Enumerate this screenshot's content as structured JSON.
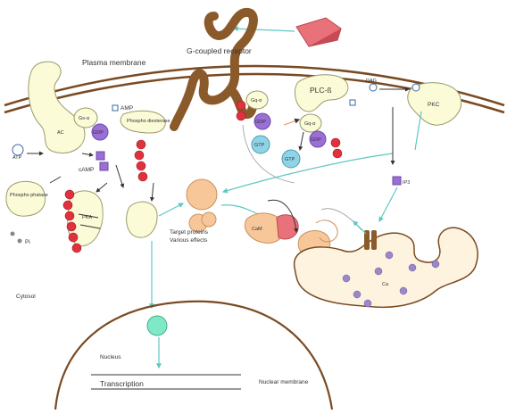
{
  "labels": {
    "gpcr": "G-coupled receptor",
    "plasma_membrane": "Plasma membrane",
    "amp": "AMP",
    "phospho_left": "Phospho diesterase",
    "camp": "cAMP",
    "phosphatase": "Phospho phatase",
    "pi": "Pi",
    "atp": "ATP",
    "plc": "PLC-ß",
    "pkc": "PKC",
    "gtp_a": "GTP",
    "gtp_b": "GTP",
    "gdp_a": "GDP",
    "gdp_b": "GDP",
    "gdp_c": "GDP",
    "ip3": "IP3",
    "dag": "DAG",
    "pka": "PKA",
    "target_line1": "Target proteins",
    "target_line2": "Various effects",
    "cytosol": "Cytosol",
    "nucleus": "Nucleus",
    "nuclear_membrane": "Nuclear membrane",
    "transcription": "Transcription",
    "ca": "Ca",
    "ac": "AC",
    "galpha_a": "Gs-α",
    "galpha_b": "Gq-α",
    "galpha_c": "Gq-α"
  },
  "colors": {
    "receptor": "#8b5a2b",
    "enzyme_fill": "#fbfbd8",
    "enzyme_stroke": "#9a9a6a",
    "gprotein": "#9b6fd6",
    "gtp_fill": "#8fd4e6",
    "red_subunit": "#e0323c",
    "orange_ball": "#f7c79a",
    "er_fill": "#fdf3df",
    "calcium": "#9a88c8",
    "nucleus_dot": "#7fe8c6",
    "hormone": "#e8717a",
    "arrow_teal": "#66c8c8"
  }
}
